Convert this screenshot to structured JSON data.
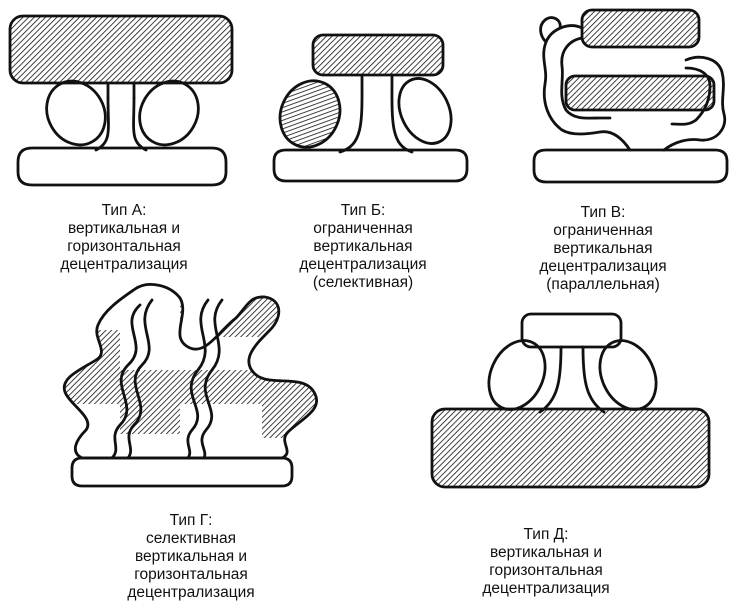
{
  "captions": {
    "type_a": {
      "title": "Тип А:",
      "lines": [
        "вертикальная и",
        "горизонтальная",
        "децентрализация"
      ]
    },
    "type_b": {
      "title": "Тип Б:",
      "lines": [
        "ограниченная",
        "вертикальная",
        "децентрализация",
        "(селективная)"
      ]
    },
    "type_v": {
      "title": "Тип В:",
      "lines": [
        "ограниченная",
        "вертикальная",
        "децентрализация",
        "(параллельная)"
      ]
    },
    "type_g": {
      "title": "Тип Г:",
      "lines": [
        "селективная",
        "вертикальная и",
        "горизонтальная",
        "децентрализация"
      ]
    },
    "type_d": {
      "title": "Тип Д:",
      "lines": [
        "вертикальная и",
        "горизонтальная",
        "децентрализация"
      ]
    }
  },
  "colors": {
    "stroke": "#111111",
    "hatch": "#111111",
    "background": "#ffffff"
  }
}
